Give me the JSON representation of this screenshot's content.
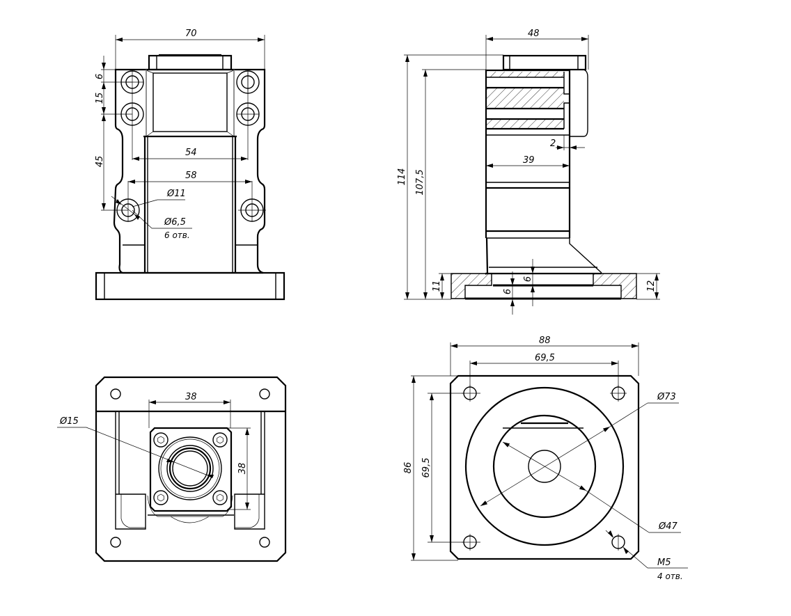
{
  "drawing": {
    "units": "mm",
    "views": {
      "front": {
        "dimensions": {
          "overall_width": "70",
          "top_offset": "6",
          "hole_pitch_vertical": "15",
          "lower_hole_drop": "45",
          "inner_width_a": "54",
          "hole_spacing": "58",
          "counterbore_dia": "Ø11",
          "hole_dia": "Ø6,5",
          "hole_count_note": "6 отв."
        }
      },
      "side": {
        "dimensions": {
          "width": "48",
          "overall_height": "114",
          "body_height": "107,5",
          "step": "2",
          "body_width": "39",
          "flange_height": "11",
          "flange_thickness": "12",
          "recess_upper": "6",
          "recess_lower": "6"
        }
      },
      "bottom": {
        "dimensions": {
          "square_width": "38",
          "square_height": "38",
          "bore_dia": "Ø15"
        }
      },
      "flange": {
        "dimensions": {
          "overall_width": "88",
          "hole_spacing_x": "69,5",
          "overall_height": "86",
          "hole_spacing_y": "69,5",
          "outer_dia": "Ø73",
          "inner_dia": "Ø47",
          "thread": "M5",
          "thread_count_note": "4 отв."
        }
      }
    }
  }
}
